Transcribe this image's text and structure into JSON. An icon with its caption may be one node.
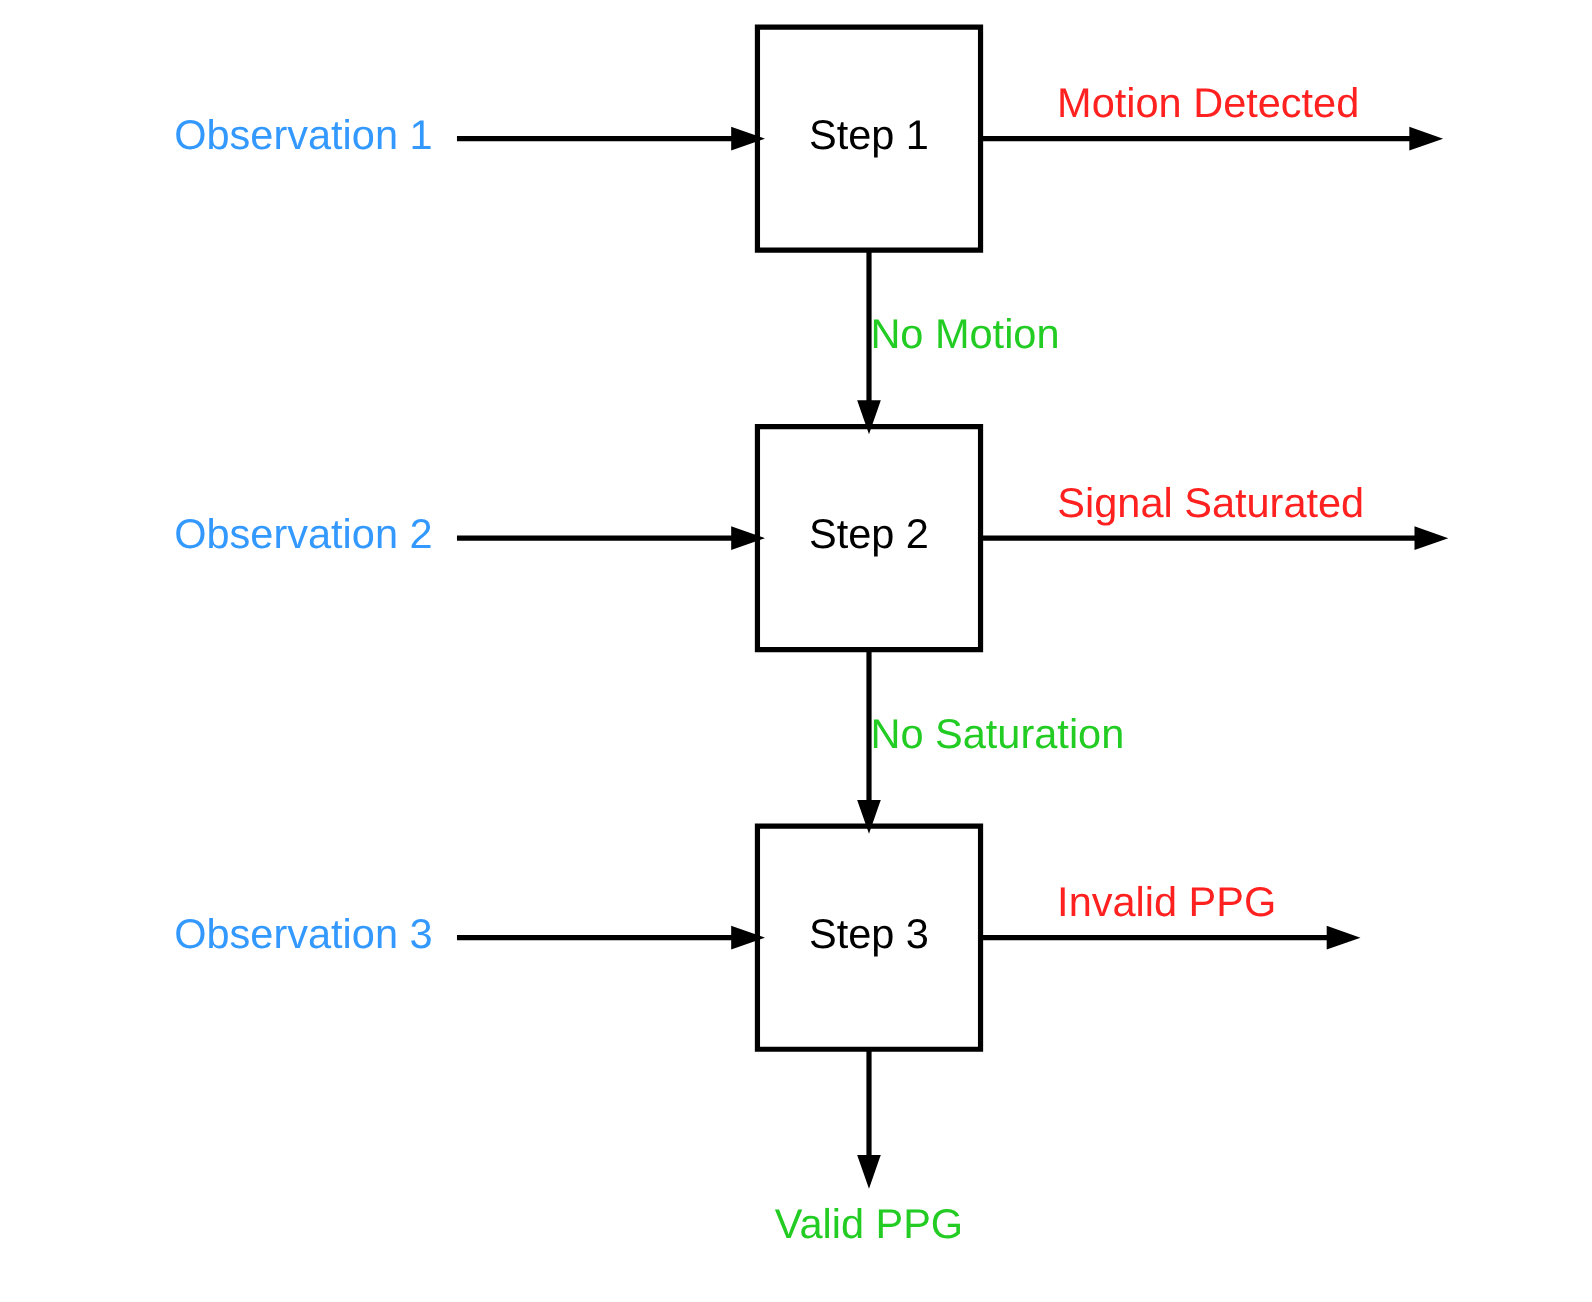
{
  "diagram": {
    "nodes": [
      {
        "text": [
          "Observation 1"
        ]
      },
      {
        "text": [
          "Step 1"
        ]
      },
      {
        "text": [
          "Observation 2"
        ]
      },
      {
        "text": [
          "Step 2"
        ]
      },
      {
        "text": [
          "Observation 3"
        ]
      },
      {
        "text": [
          "Step 3"
        ]
      },
      {
        "text": [
          "Valid PPG"
        ]
      }
    ],
    "edges": [
      {
        "from": 0,
        "to": 1,
        "arrow": "to"
      },
      {
        "from": 1,
        "to": null,
        "arrow": "to",
        "label": "Motion Detected"
      },
      {
        "from": 1,
        "to": 3,
        "arrow": "to",
        "label": "No Motion"
      },
      {
        "from": 2,
        "to": 3,
        "arrow": "to"
      },
      {
        "from": 3,
        "to": null,
        "arrow": "to",
        "label": "Signal Saturated"
      },
      {
        "from": 3,
        "to": 5,
        "arrow": "to",
        "label": "No Saturation"
      },
      {
        "from": 4,
        "to": 5,
        "arrow": "to"
      },
      {
        "from": 5,
        "to": null,
        "arrow": "to",
        "label": "Invalid PPG"
      },
      {
        "from": 5,
        "to": 6,
        "arrow": "to"
      }
    ]
  }
}
